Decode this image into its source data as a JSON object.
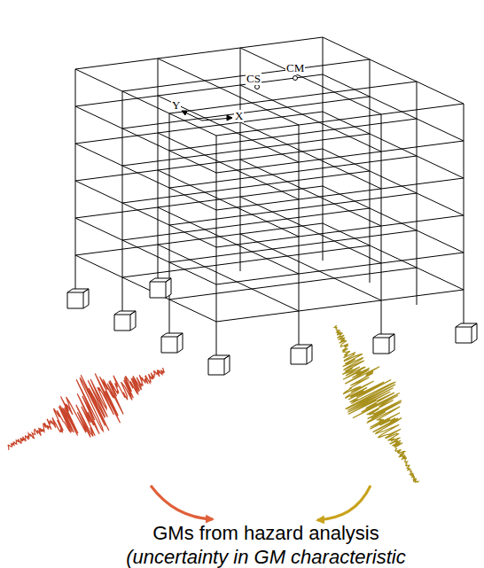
{
  "diagram": {
    "labels": [
      "CS",
      "CM",
      "Y",
      "X",
      "GMs from hazard analysis",
      "(uncertainty in GM characteristic"
    ]
  }
}
